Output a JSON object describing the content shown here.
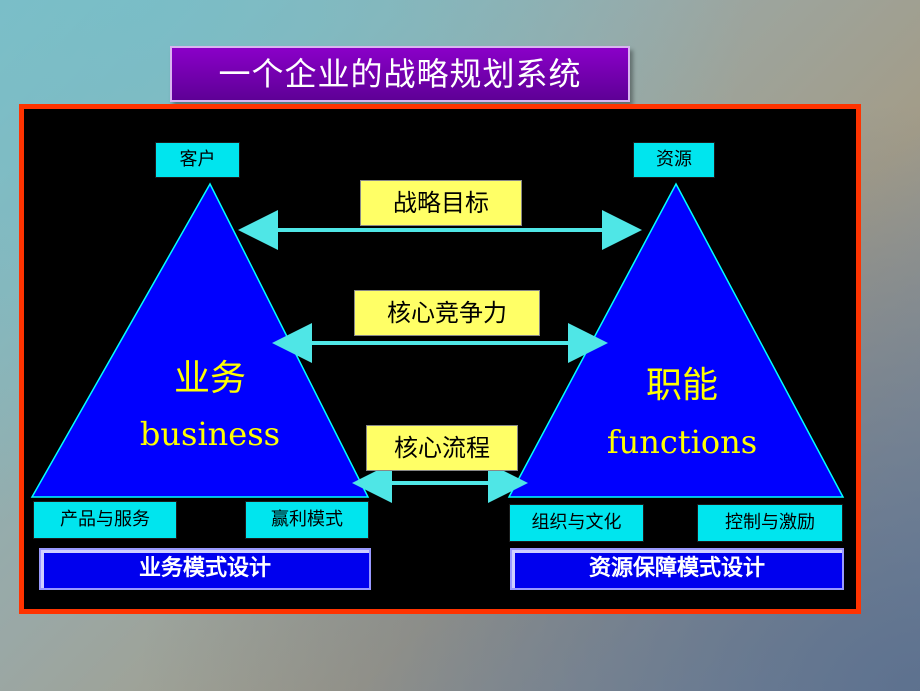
{
  "title": "一个企业的战略规划系统",
  "left": {
    "top_label": "客户",
    "center_cn": "业务",
    "center_en": "business",
    "bottom_left": "产品与服务",
    "bottom_right": "赢利模式",
    "design": "业务模式设计"
  },
  "right": {
    "top_label": "资源",
    "center_cn": "职能",
    "center_en": "functions",
    "bottom_left": "组织与文化",
    "bottom_right": "控制与激励",
    "design": "资源保障模式设计"
  },
  "links": [
    "战略目标",
    "核心竞争力",
    "核心流程"
  ],
  "colors": {
    "triangle": "#0000ff",
    "triangle_edge": "#00ffff",
    "arrow": "#4fe6e6",
    "frame": "#ff3300",
    "title_bg": "#7300b4"
  }
}
